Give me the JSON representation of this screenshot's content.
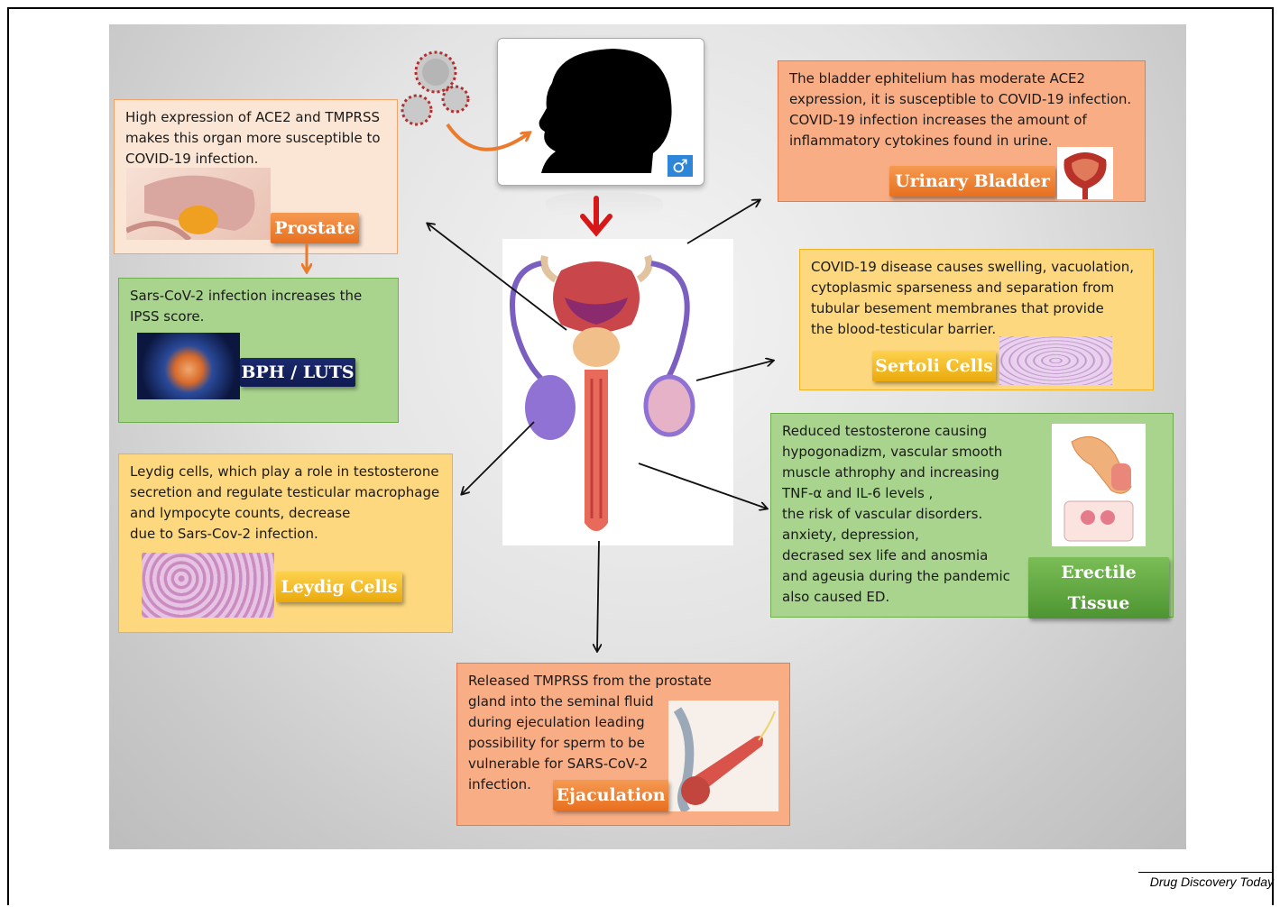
{
  "prostate": {
    "text": "High expression of ACE2 and TMPRSS\nmakes this organ more susceptible to\nCOVID-19 infection.",
    "tag": "Prostate"
  },
  "bph": {
    "text": "Sars-CoV-2 infection  increases the\nIPSS score.",
    "tag": "BPH / LUTS"
  },
  "leydig": {
    "text": "Leydig cells, which play a role in testosterone\nsecretion and regulate testicular macrophage\n and lympocyte counts, decrease\ndue to Sars-Cov-2 infection.",
    "tag": "Leydig Cells"
  },
  "bladder": {
    "text": "The bladder ephitelium has moderate ACE2\nexpression, it is susceptible  to COVID-19 infection.\nCOVID-19 infection increases the amount of\ninflammatory cytokines found in urine.",
    "tag": "Urinary Bladder"
  },
  "sertoli": {
    "text": "COVID-19 disease causes swelling, vacuolation,\ncytoplasmic sparseness  and separation from\ntubular besement membranes  that provide\nthe blood-testicular barrier.",
    "tag": "Sertoli Cells"
  },
  "erectile": {
    "text": "Reduced testosterone causing\nhypogonadizm, vascular smooth\nmuscle athrophy and increasing\nTNF-α and IL-6 levels ,\n the risk of vascular disorders.\nanxiety, depression,\ndecrased sex life and anosmia\nand ageusia during the pandemic\nalso caused ED.",
    "tag": "Erectile Tissue"
  },
  "ejaculation": {
    "text": "Released  TMPRSS from  the prostate\ngland into the seminal fluid\nduring ejeculation leading\npossibility for sperm to be\nvulnerable  for SARS-CoV-2\n infection.",
    "tag": "Ejaculation"
  },
  "male_symbol": "♂",
  "credit": "Drug Discovery Today",
  "colors": {
    "peach": "#fbe5d4",
    "salmon": "#f8ad85",
    "green": "#a9d48e",
    "yellow": "#fdd87e",
    "tag_orange": "#e8701f",
    "tag_yellow": "#eaa90c",
    "tag_navy": "#1b2a6e",
    "tag_green": "#4d9532",
    "arrow_red": "#d71818"
  },
  "icons": [
    "coronavirus-icon",
    "male-silhouette-icon",
    "male-symbol-icon",
    "male-reproductive-anatomy-illustration"
  ]
}
